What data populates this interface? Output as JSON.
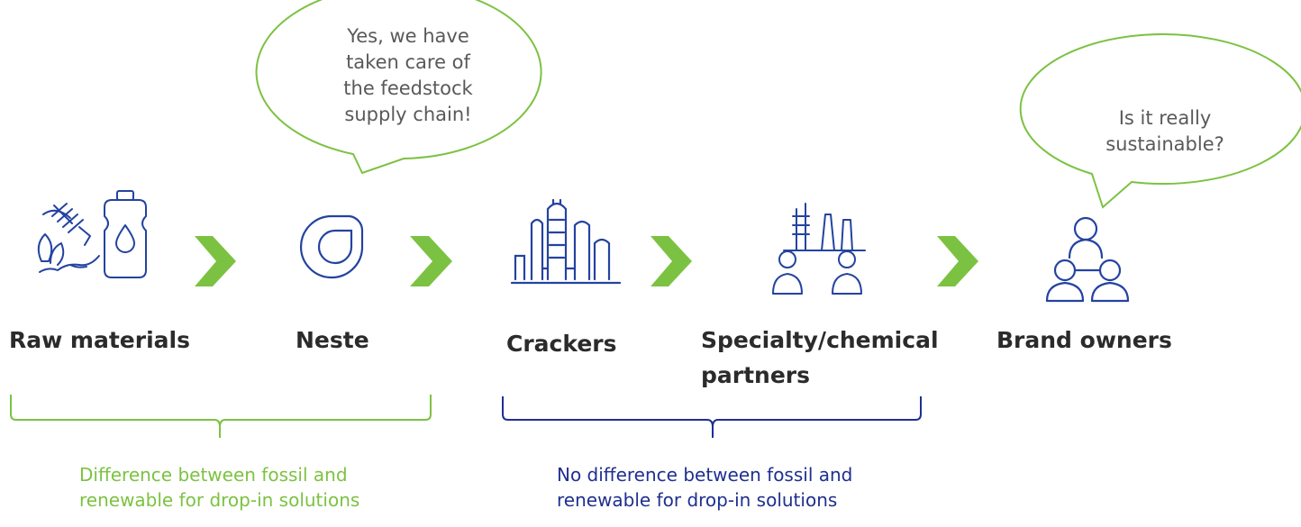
{
  "colors": {
    "green": "#7cc242",
    "navy": "#1f2f8f",
    "icon_blue": "#2443a0",
    "text_dark": "#2b2b2b",
    "text_gray": "#595959"
  },
  "bubbles": {
    "neste": "Yes, we have\ntaken care of\nthe feedstock\nsupply chain!",
    "brand": "Is it really\nsustainable?"
  },
  "stages": [
    {
      "label": "Raw materials",
      "icon": "raw-materials-icon"
    },
    {
      "label": "Neste",
      "icon": "neste-logo-icon"
    },
    {
      "label": "Crackers",
      "icon": "cracker-plant-icon"
    },
    {
      "label": "Specialty/chemical\npartners",
      "icon": "chemical-partners-icon"
    },
    {
      "label": "Brand owners",
      "icon": "brand-owners-icon"
    }
  ],
  "arrows": [
    "chevron-right-icon",
    "chevron-right-icon",
    "chevron-right-icon",
    "chevron-right-icon"
  ],
  "groups": [
    {
      "note": "Difference between fossil and\nrenewable for drop-in solutions",
      "color": "#7cc242"
    },
    {
      "note": "No difference between fossil and\nrenewable for drop-in solutions",
      "color": "#1f2f8f"
    }
  ]
}
